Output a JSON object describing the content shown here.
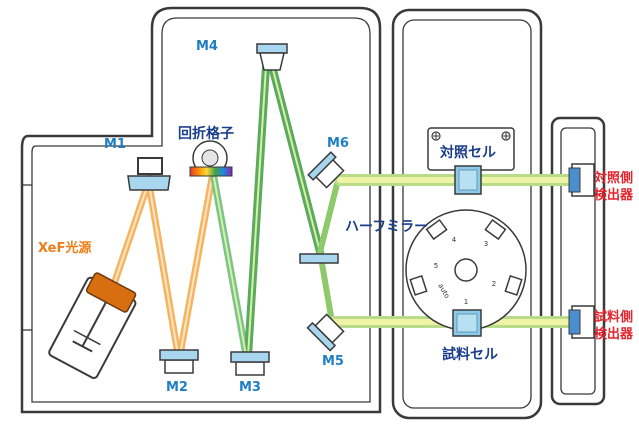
{
  "labels": {
    "m1": "M1",
    "m2": "M2",
    "m3": "M3",
    "m4": "M4",
    "m5": "M5",
    "m6": "M6",
    "grating": "回折格子",
    "source": "XeF光源",
    "half_mirror": "ハーフミラー",
    "ref_cell": "対照セル",
    "sample_cell": "試料セル",
    "ref_detector": [
      "対照側",
      "検出器"
    ],
    "sample_detector": [
      "試料側",
      "検出器"
    ],
    "turret_numbers": [
      "1",
      "2",
      "3",
      "4",
      "5"
    ],
    "turret_auto": "auto"
  },
  "colors": {
    "outline": "#3a3a3a",
    "label_blue": "#1f7fc4",
    "label_orange": "#ee7d17",
    "label_navy": "#1c3f8c",
    "label_red": "#e2262e",
    "beam_orange": "#f2a24a",
    "beam_green": "#4fa653",
    "beam_yellow": "#eef3a6",
    "mirror_blue": "#a8d6ef",
    "lamp_brown": "#d76e10"
  }
}
